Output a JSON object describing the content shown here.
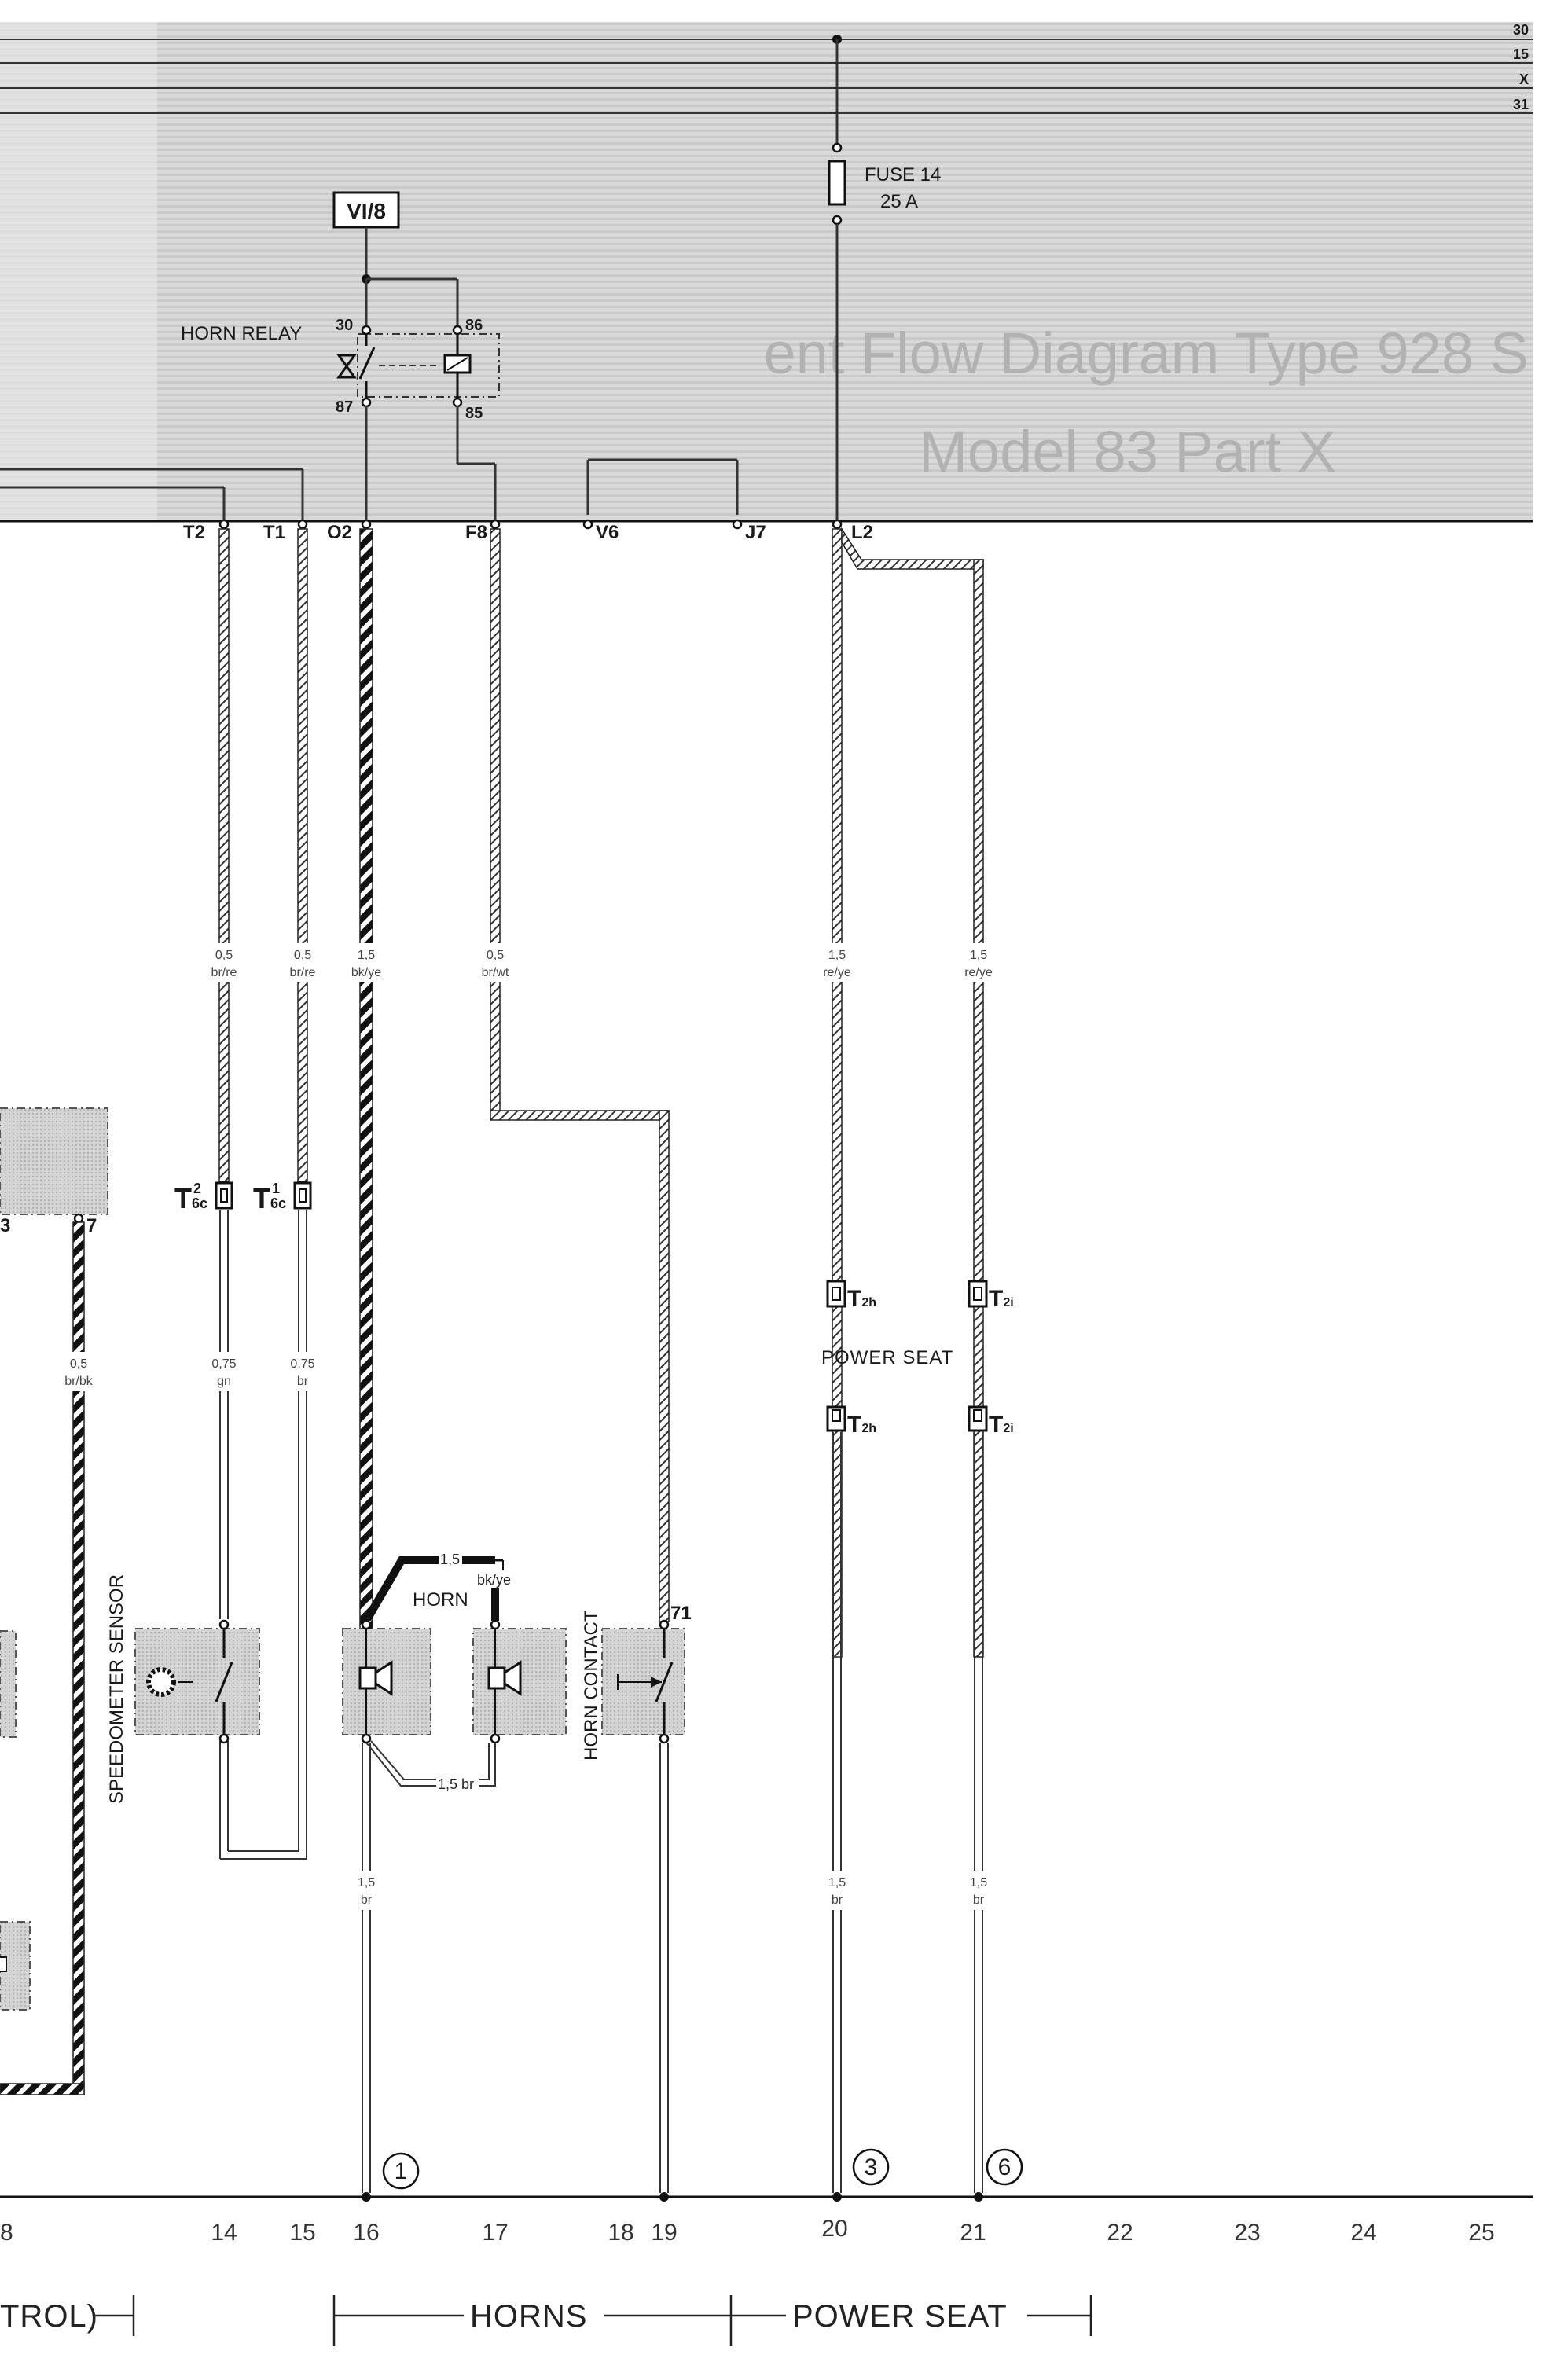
{
  "bus_labels": [
    "30",
    "15",
    "X",
    "31"
  ],
  "fuse": {
    "name": "FUSE 14",
    "rating": "25 A"
  },
  "relay": {
    "name": "HORN RELAY",
    "ref": "VI/8",
    "pins": [
      "30",
      "86",
      "87",
      "85"
    ]
  },
  "watermark": [
    "ent Flow Diagram Type 928 S",
    "Model 83 Part X"
  ],
  "terminals": [
    "T2",
    "T1",
    "O2",
    "F8",
    "V6",
    "J7",
    "L2"
  ],
  "wires": {
    "t2_upper": [
      "0,5",
      "br/re"
    ],
    "t1_upper": [
      "0,5",
      "br/re"
    ],
    "o2_upper": [
      "1,5",
      "bk/ye"
    ],
    "f8_upper": [
      "0,5",
      "br/wt"
    ],
    "l2_upper": [
      "1,5",
      "re/ye"
    ],
    "l2b_upper": [
      "1,5",
      "re/ye"
    ],
    "left_mid": [
      "0,5",
      "br/bk"
    ],
    "t2_lower": [
      "0,75",
      "gn"
    ],
    "t1_lower": [
      "0,75",
      "br"
    ],
    "horn_top": [
      "1,5",
      "bk/ye"
    ],
    "horn_bottom": "1,5 br",
    "gnd16": [
      "1,5",
      "br"
    ],
    "gnd20": [
      "1,5",
      "br"
    ],
    "gnd21": [
      "1,5",
      "br"
    ]
  },
  "connectors": {
    "t6c2": {
      "base": "T",
      "sub": "6c",
      "sup": "2"
    },
    "t6c1": {
      "base": "T",
      "sub": "6c",
      "sup": "1"
    },
    "t2h_top": {
      "base": "T",
      "sub": "2h"
    },
    "t2i_top": {
      "base": "T",
      "sub": "2i"
    },
    "t2h_bot": {
      "base": "T",
      "sub": "2h"
    },
    "t2i_bot": {
      "base": "T",
      "sub": "2i"
    }
  },
  "pin_labels": {
    "left_box_3": "3",
    "left_box_7": "7",
    "horn_contact_71": "71"
  },
  "components": {
    "speedometer_sensor": "SPEEDOMETER SENSOR",
    "horn": "HORN",
    "horn_contact": "HORN CONTACT",
    "power_seat": "POWER SEAT"
  },
  "ground_markers": [
    "1",
    "3",
    "6"
  ],
  "column_numbers": [
    "8",
    "14",
    "15",
    "16",
    "17",
    "18",
    "19",
    "20",
    "21",
    "22",
    "23",
    "24",
    "25"
  ],
  "sections": {
    "left_cut": "TROL)",
    "horns": "HORNS",
    "power_seat": "POWER SEAT"
  },
  "colors": {
    "panel_gray": "#d6d6d6",
    "wire_black": "#111111",
    "box_dot_gray": "#c8c8c8"
  }
}
